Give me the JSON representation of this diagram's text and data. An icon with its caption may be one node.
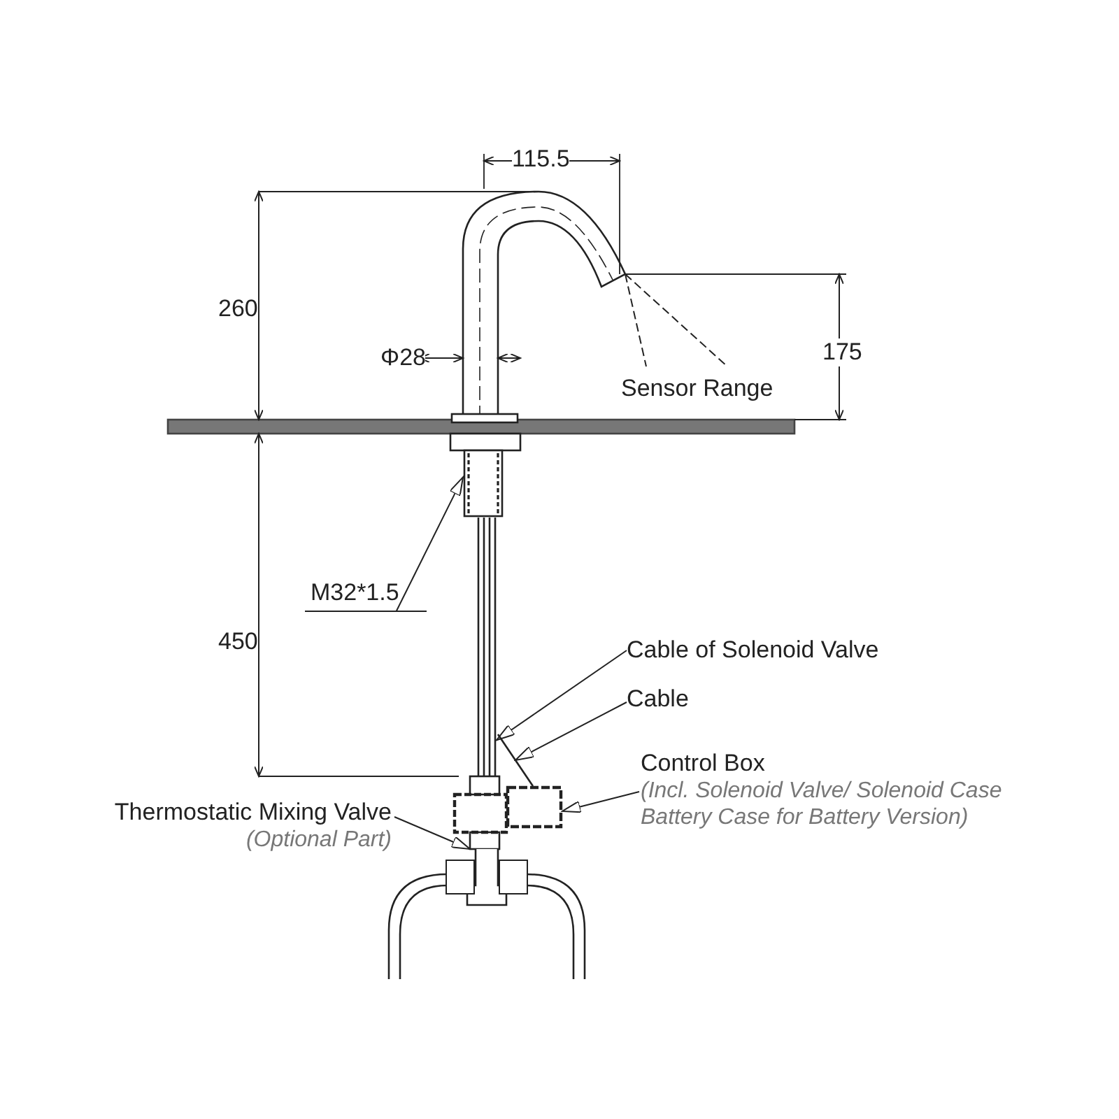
{
  "diagram": {
    "nodes": [
      {
        "text": [
          "M32*1.5"
        ]
      },
      {
        "text": [],
        "shape": "box"
      },
      {
        "text": [
          "Cable of Solenoid Valve"
        ]
      },
      {
        "text": [
          "Cable"
        ]
      },
      {
        "text": [
          "Control Box",
          "(Incl. Solenoid Valve/ Solenoid Case Battery Case for Battery Version)"
        ]
      },
      {
        "text": [],
        "shape": "box"
      },
      {
        "text": [
          "Thermostatic Mixing Valve",
          "(Optional Part)"
        ]
      },
      {
        "text": [],
        "shape": "box"
      },
      {
        "text": [],
        "shape": "bar"
      },
      {
        "text": [],
        "shape": "bar"
      }
    ],
    "edges": [
      {
        "from": 0,
        "to": 1,
        "arrow": "to"
      },
      {
        "from": 2,
        "to": 8,
        "arrow": "to"
      },
      {
        "from": 3,
        "to": 9,
        "arrow": "to"
      },
      {
        "from": 4,
        "to": 5,
        "arrow": "to"
      },
      {
        "from": 6,
        "to": 7,
        "arrow": "to"
      }
    ],
    "labels": [
      "115.5",
      "260",
      "Φ28",
      "175",
      "Sensor Range",
      "450"
    ]
  }
}
